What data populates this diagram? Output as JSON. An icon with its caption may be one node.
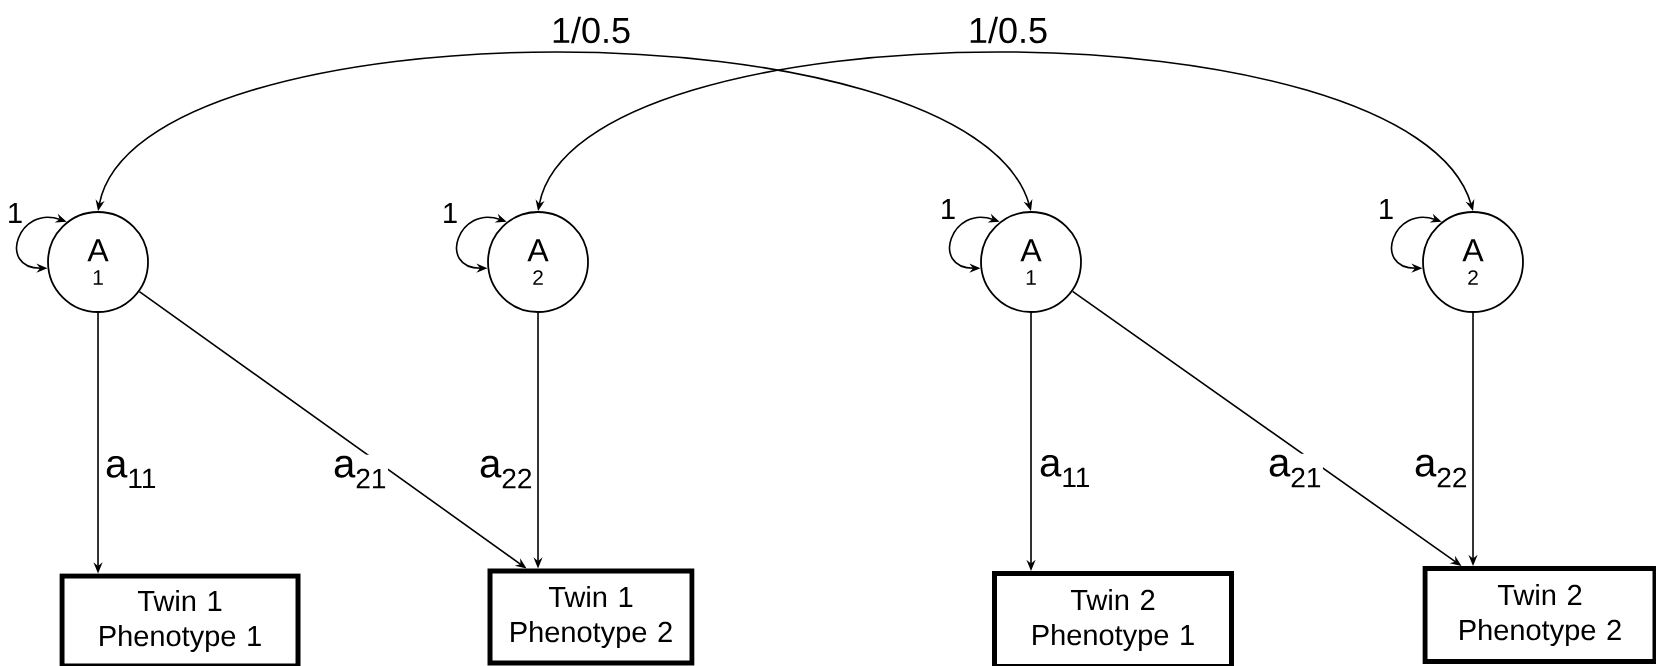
{
  "diagram": {
    "nodes": [
      {
        "text": [
          "A",
          "1"
        ]
      },
      {
        "text": [
          "A",
          "2"
        ]
      },
      {
        "text": [
          "A",
          "1"
        ]
      },
      {
        "text": [
          "A",
          "2"
        ]
      },
      {
        "text": [
          "Twin 1 Phenotype 1"
        ]
      },
      {
        "text": [
          "Twin 1 Phenotype 2"
        ]
      },
      {
        "text": [
          "Twin 2 Phenotype 1"
        ]
      },
      {
        "text": [
          "Twin 2 Phenotype 2"
        ]
      }
    ],
    "edges": [
      {
        "from": 0,
        "to": 0,
        "arrow": "both",
        "label": "1"
      },
      {
        "from": 1,
        "to": 1,
        "arrow": "both",
        "label": "1"
      },
      {
        "from": 2,
        "to": 2,
        "arrow": "both",
        "label": "1"
      },
      {
        "from": 3,
        "to": 3,
        "arrow": "both",
        "label": "1"
      },
      {
        "from": 0,
        "to": 2,
        "arrow": "both",
        "label": "1/0.5"
      },
      {
        "from": 1,
        "to": 3,
        "arrow": "both",
        "label": "1/0.5"
      },
      {
        "from": 0,
        "to": 4,
        "arrow": "to",
        "label": "a$_{11}$"
      },
      {
        "from": 0,
        "to": 5,
        "arrow": "to",
        "label": "a$_{21}$"
      },
      {
        "from": 1,
        "to": 5,
        "arrow": "to",
        "label": "a$_{22}$"
      },
      {
        "from": 2,
        "to": 6,
        "arrow": "to",
        "label": "a$_{11}$"
      },
      {
        "from": 2,
        "to": 7,
        "arrow": "to",
        "label": "a$_{21}$"
      },
      {
        "from": 3,
        "to": 7,
        "arrow": "to",
        "label": "a$_{22}$"
      }
    ]
  }
}
